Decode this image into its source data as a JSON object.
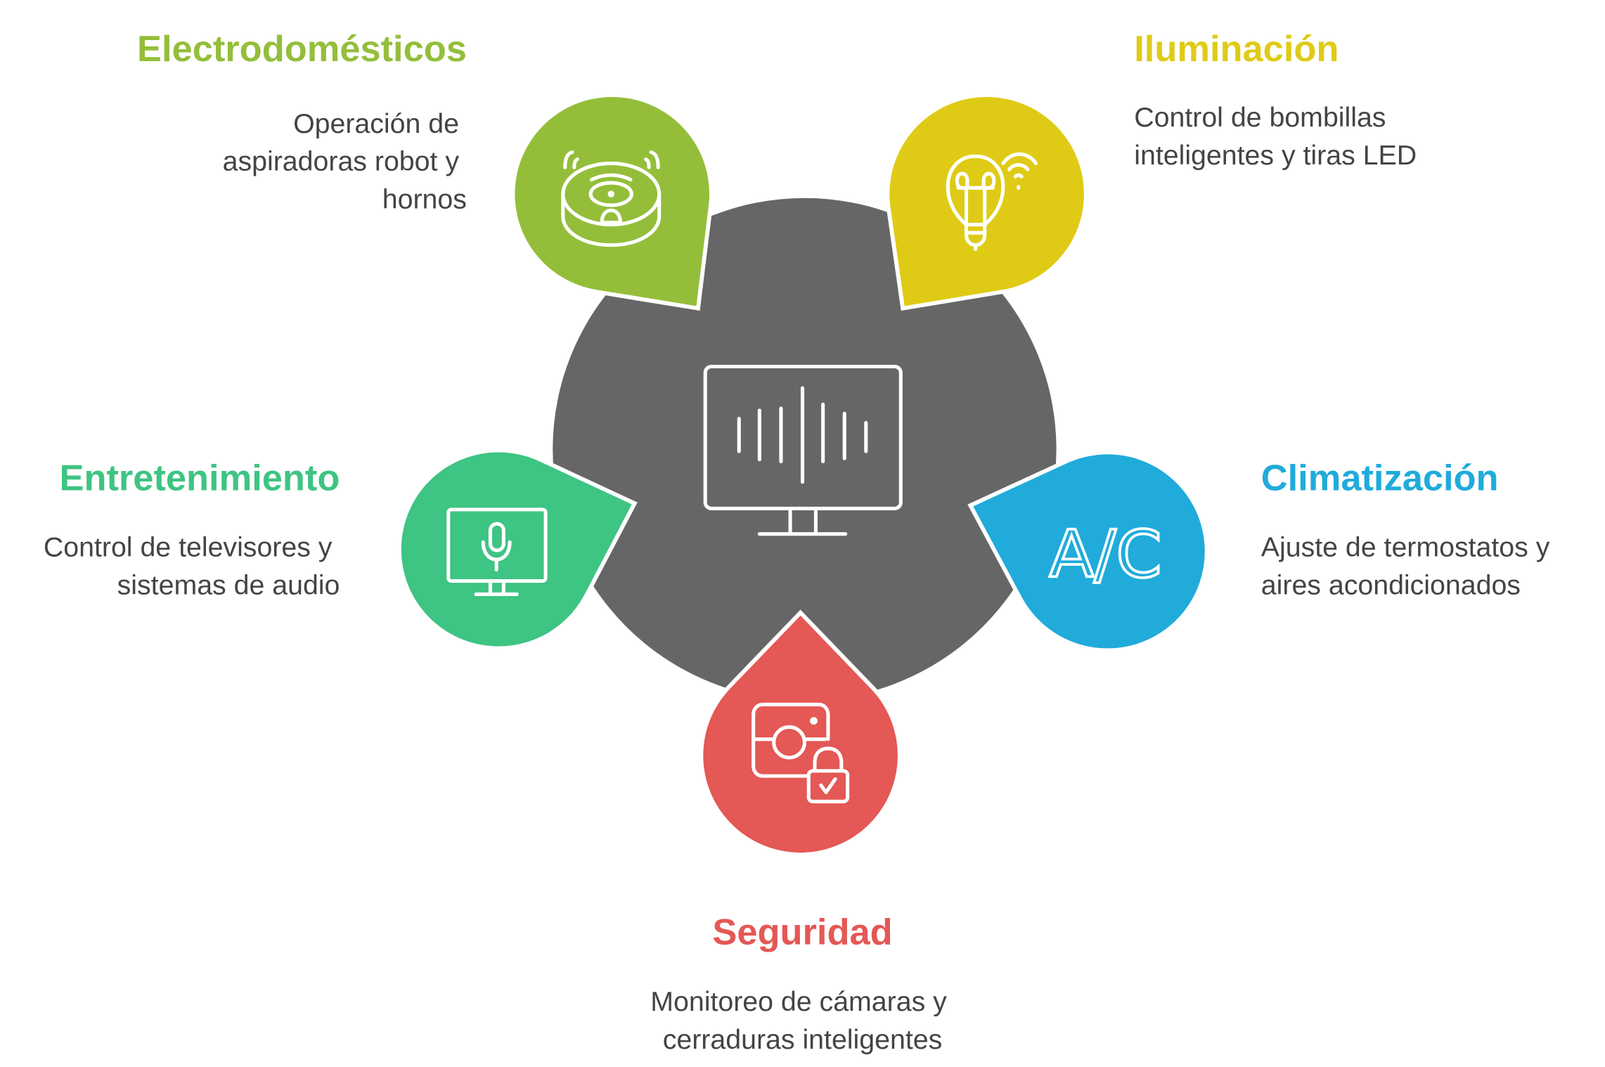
{
  "colors": {
    "hub": "#666666",
    "electrodomesticos": "#94BE3A",
    "iluminacion": "#DFCB16",
    "entretenimiento": "#3EC483",
    "climatizacion": "#20ABDB",
    "seguridad": "#E45855"
  },
  "hub": {
    "icon": "monitor-soundwave-icon"
  },
  "items": {
    "electrodomesticos": {
      "title": "Electrodomésticos",
      "lines": [
        "Operación de",
        "aspiradoras robot y",
        "hornos"
      ],
      "icon": "robot-vacuum-icon"
    },
    "iluminacion": {
      "title": "Iluminación",
      "lines": [
        "Control de bombillas",
        "inteligentes y tiras LED"
      ],
      "icon": "smart-bulb-icon"
    },
    "entretenimiento": {
      "title": "Entretenimiento",
      "lines": [
        "Control de televisores y",
        "sistemas de audio"
      ],
      "icon": "monitor-microphone-icon"
    },
    "climatizacion": {
      "title": "Climatización",
      "lines": [
        "Ajuste de termostatos y",
        "aires acondicionados"
      ],
      "icon": "ac-icon",
      "icon_text": "A/C"
    },
    "seguridad": {
      "title": "Seguridad",
      "lines": [
        "Monitoreo de cámaras y",
        "cerraduras inteligentes"
      ],
      "icon": "camera-lock-icon"
    }
  }
}
